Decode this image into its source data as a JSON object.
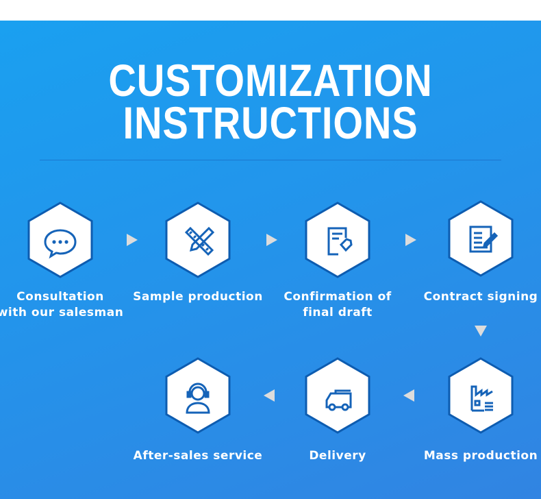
{
  "title": {
    "line1": "CUSTOMIZATION",
    "line2": "INSTRUCTIONS"
  },
  "colors": {
    "hex_border": "#0d5cb0",
    "icon": "#1563b8",
    "arrow": "#dcdcdc"
  },
  "steps": [
    {
      "label": "Consultation\nwith our salesman",
      "icon": "chat-bubble-icon"
    },
    {
      "label": "Sample production",
      "icon": "ruler-pencil-icon"
    },
    {
      "label": "Confirmation of\nfinal draft",
      "icon": "document-tag-icon"
    },
    {
      "label": "Contract signing",
      "icon": "contract-pen-icon"
    },
    {
      "label": "Mass production",
      "icon": "factory-icon"
    },
    {
      "label": "Delivery",
      "icon": "truck-icon"
    },
    {
      "label": "After-sales service",
      "icon": "headset-agent-icon"
    }
  ]
}
